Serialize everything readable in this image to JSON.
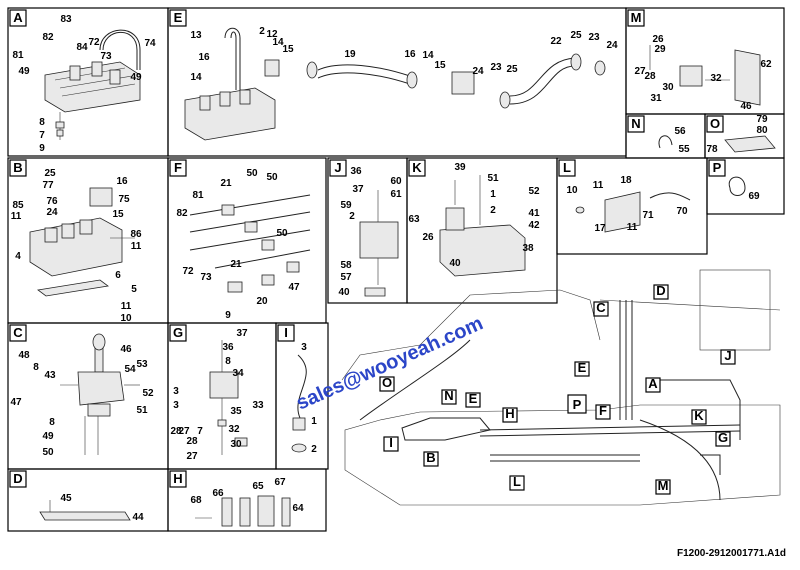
{
  "diagram_id": "F1200-2912001771.A1d",
  "watermark": "sales@wooyeah.com",
  "panels": [
    {
      "id": "A",
      "labels": [
        "83",
        "82",
        "84",
        "72",
        "73",
        "74",
        "81",
        "49",
        "49",
        "8",
        "7",
        "9"
      ]
    },
    {
      "id": "B",
      "labels": [
        "25",
        "16",
        "77",
        "75",
        "85",
        "76",
        "24",
        "11",
        "15",
        "4",
        "86",
        "11",
        "6",
        "5",
        "11",
        "10"
      ]
    },
    {
      "id": "C",
      "labels": [
        "48",
        "46",
        "8",
        "53",
        "43",
        "54",
        "52",
        "47",
        "51",
        "8",
        "49",
        "50"
      ]
    },
    {
      "id": "D",
      "labels": [
        "45",
        "44"
      ]
    },
    {
      "id": "E",
      "labels": [
        "13",
        "2",
        "12",
        "16",
        "15",
        "14",
        "14",
        "19",
        "16",
        "14",
        "15",
        "24",
        "23",
        "25",
        "22",
        "25",
        "23",
        "24"
      ]
    },
    {
      "id": "F",
      "labels": [
        "81",
        "21",
        "50",
        "50",
        "82",
        "50",
        "72",
        "73",
        "21",
        "47",
        "9",
        "20"
      ]
    },
    {
      "id": "G",
      "labels": [
        "37",
        "36",
        "8",
        "34",
        "3",
        "3",
        "33",
        "35",
        "28",
        "27",
        "7",
        "28",
        "27",
        "32",
        "30"
      ]
    },
    {
      "id": "H",
      "labels": [
        "68",
        "66",
        "65",
        "67",
        "64"
      ]
    },
    {
      "id": "I",
      "labels": [
        "3",
        "1",
        "2"
      ]
    },
    {
      "id": "J",
      "labels": [
        "36",
        "60",
        "37",
        "61",
        "59",
        "2",
        "58",
        "57",
        "40"
      ]
    },
    {
      "id": "K",
      "labels": [
        "39",
        "51",
        "1",
        "2",
        "63",
        "26",
        "40",
        "52",
        "41",
        "42",
        "38"
      ]
    },
    {
      "id": "L",
      "labels": [
        "10",
        "11",
        "18",
        "17",
        "11",
        "71",
        "70"
      ]
    },
    {
      "id": "M",
      "labels": [
        "26",
        "29",
        "27",
        "28",
        "30",
        "31",
        "32",
        "46",
        "62"
      ]
    },
    {
      "id": "N",
      "labels": [
        "56",
        "55"
      ]
    },
    {
      "id": "O",
      "labels": [
        "79",
        "80",
        "78"
      ]
    },
    {
      "id": "P",
      "labels": [
        "69"
      ]
    }
  ],
  "overview_callouts": [
    "C",
    "D",
    "E",
    "F",
    "A",
    "J",
    "K",
    "G",
    "M",
    "P",
    "H",
    "O",
    "N",
    "I",
    "B",
    "L",
    "E"
  ]
}
